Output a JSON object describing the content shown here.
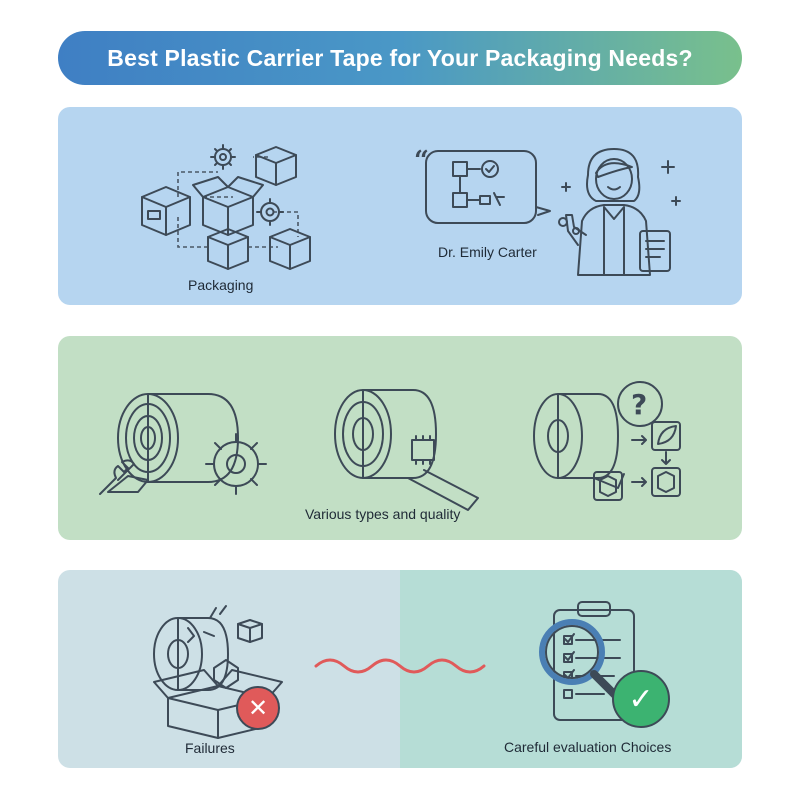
{
  "title": "Best Plastic Carrier Tape for Your Packaging Needs?",
  "panel1": {
    "packaging_label": "Packaging",
    "expert_name": "Dr. Emily Carter"
  },
  "panel2": {
    "label": "Various types and quality"
  },
  "panel3": {
    "failures_label": "Failures",
    "choices_label": "Careful evaluation Choices"
  },
  "colors": {
    "title_gradient_start": "#3f7fc4",
    "title_gradient_end": "#79c08c",
    "panel1_bg": "#b6d5f0",
    "panel2_bg": "#c2dfc5",
    "panel3_left_bg": "#cde0e6",
    "panel3_right_bg": "#b6ddd6",
    "error_red": "#e05a5a",
    "success_green": "#3cb371"
  },
  "icons": [
    "box-icon",
    "gear-icon",
    "speech-bubble-icon",
    "scientist-icon",
    "clipboard-icon",
    "tape-roll-icon",
    "wrench-icon",
    "chip-icon",
    "question-icon",
    "leaf-icon",
    "broken-tape-icon",
    "open-box-icon",
    "error-icon",
    "wave-divider-icon",
    "checklist-icon",
    "magnifier-icon",
    "check-icon"
  ]
}
